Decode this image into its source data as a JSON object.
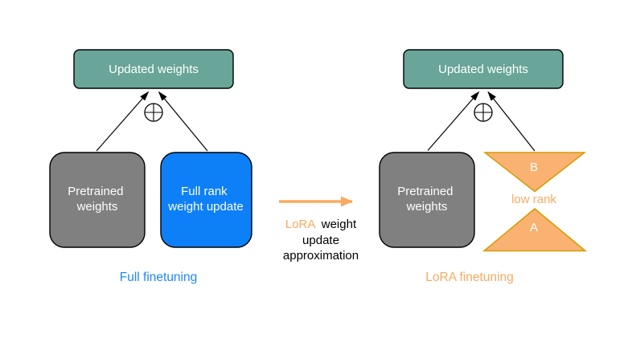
{
  "colors": {
    "teal": "#69A598",
    "gray": "#808080",
    "blue": "#0E80F7",
    "blue_text": "#1E87FB",
    "orange": "#F9AA60",
    "triangle_fill": "#F9B272",
    "triangle_stroke": "#D79B00"
  },
  "left": {
    "updated_weights": "Updated weights",
    "pretrained": [
      "Pretrained",
      "weights"
    ],
    "full_rank": [
      "Full rank",
      "weight update"
    ],
    "caption": "Full finetuning"
  },
  "middle": {
    "lora": "LoRA",
    "rest_line1": "weight",
    "line2": "update",
    "line3": "approximation"
  },
  "right": {
    "updated_weights": "Updated weights",
    "pretrained": [
      "Pretrained",
      "weights"
    ],
    "matrix_b": "B",
    "low_rank": "low rank",
    "matrix_a": "A",
    "caption": "LoRA finetuning"
  },
  "icons": {
    "add_symbol": "⊕",
    "transition_arrow": "right-arrow"
  }
}
